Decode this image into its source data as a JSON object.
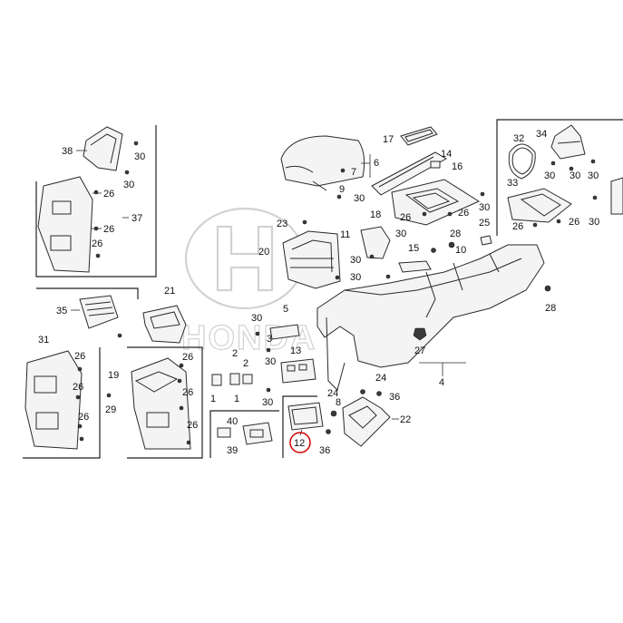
{
  "watermark": {
    "brand_text": "HONDA"
  },
  "highlight": {
    "callout": "12",
    "color": "#d40000"
  },
  "callouts": {
    "c38": "38",
    "c30a": "30",
    "c30b": "30",
    "c26a": "26",
    "c26b": "26",
    "c26c": "26",
    "c37": "37",
    "c35": "35",
    "c21": "21",
    "c31": "31",
    "c26d": "26",
    "c26e": "26",
    "c26f": "26",
    "c19": "19",
    "c29": "29",
    "c26g": "26",
    "c26h": "26",
    "c26i": "26",
    "c17": "17",
    "c14": "14",
    "c16": "16",
    "c6": "6",
    "c7": "7",
    "c9": "9",
    "c30c": "30",
    "c18": "18",
    "c26j": "26",
    "c26k": "26",
    "c30d": "30",
    "c23": "23",
    "c20": "20",
    "c11": "11",
    "c30e": "30",
    "c30f": "30",
    "c15": "15",
    "c28a": "28",
    "c25": "25",
    "c30g": "30",
    "c10": "10",
    "c32": "32",
    "c34": "34",
    "c30h": "30",
    "c30i": "30",
    "c30j": "30",
    "c33": "33",
    "c26l": "26",
    "c26m": "26",
    "c30k": "30",
    "c28b": "28",
    "c27": "27",
    "c4": "4",
    "c5": "5",
    "c30l": "30",
    "c3": "3",
    "c13": "13",
    "c30m": "30",
    "c2a": "2",
    "c2b": "2",
    "c1a": "1",
    "c1b": "1",
    "c30n": "30",
    "c40": "40",
    "c39": "39",
    "c12": "12",
    "c24a": "24",
    "c24b": "24",
    "c36a": "36",
    "c36b": "36",
    "c22": "22",
    "c8": "8"
  }
}
